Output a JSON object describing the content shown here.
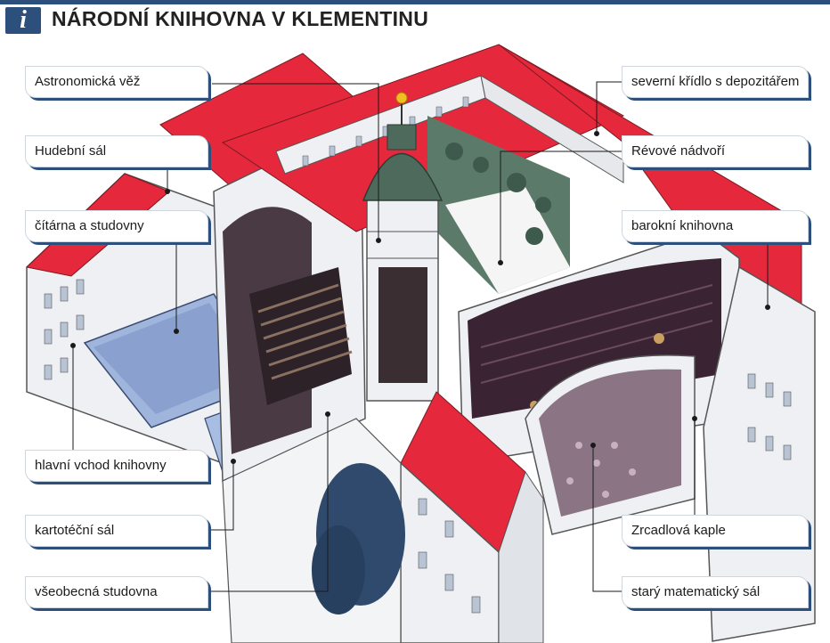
{
  "header": {
    "logo_glyph": "i",
    "title": "NÁRODNÍ KNIHOVNA V KLEMENTINU"
  },
  "colors": {
    "accent": "#2c4f7c",
    "roof": "#e5283b",
    "wall": "#eef0f3",
    "interior": "#3a2333"
  },
  "labels": {
    "astronomicka_vez": "Astronomická věž",
    "hudebni_sal": "Hudební sál",
    "citarna": "čítárna a studovny",
    "hlavni_vchod": "hlavní vchod knihovny",
    "kartotecni_sal": "kartotéční sál",
    "vseobecna_studovna": "všeobecná studovna",
    "severni_kridlo": "severní křídlo s depozitářem",
    "revove_nadvori": "Révové nádvoří",
    "barokni_knihovna": "barokní knihovna",
    "zrcadlova_kaple": "Zrcadlová kaple",
    "matematicky_sal": "starý matematický sál"
  }
}
